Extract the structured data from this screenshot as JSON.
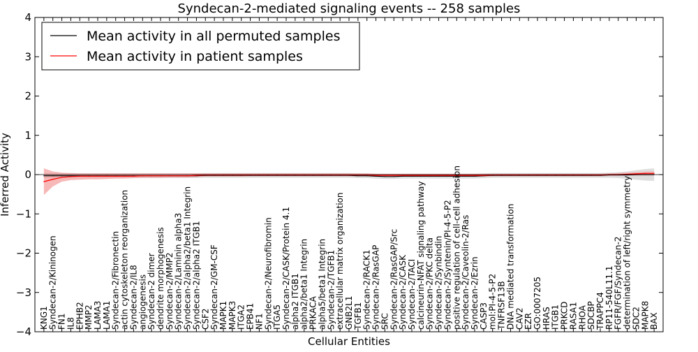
{
  "chart_data": {
    "type": "line",
    "title": "Syndecan-2-mediated signaling events -- 258 samples",
    "xlabel": "Cellular Entities",
    "ylabel": "Inferred Activity",
    "ylim": [
      -4,
      4
    ],
    "yticks": [
      -4,
      -3,
      -2,
      -1,
      0,
      1,
      2,
      3,
      4
    ],
    "grid": false,
    "legend_position": "top-left",
    "categories": [
      "KNG1",
      "Syndecan-2/Kininogen",
      "FN1",
      "IL8",
      "EPHB2",
      "MMP2",
      "LAMA3",
      "LAMA1",
      "Syndecan-2/Fibronectin",
      "actin cytoskeleton reorganization",
      "Syndecan-2/IL8",
      "angiogenesis",
      "Syndecan-2 dimer",
      "dendrite morphogenesis",
      "Syndecan-2/MMP2",
      "Syndecan-2/Laminin alpha3",
      "Syndecan-2/alpha2/beta1 Integrin",
      "Syndecan-2/alpha2 ITGB1",
      "CSF2",
      "Syndecan-2/GM-CSF",
      "MAPK1",
      "MAPK3",
      "ITGA2",
      "EPB41",
      "NF1",
      "Syndecan-2/Neurofibromin",
      "ITGA5",
      "Syndecan-2/CASK/Protein 4.1",
      "alpha2 ITGB1",
      "alpha2/beta1 Integrin",
      "PRKACA",
      "alpha5/beta1 Integrin",
      "Syndecan-2/TGFB1",
      "extracellular matrix organization",
      "GNB2L1",
      "TGFB1",
      "Syndecan-2/RACK1",
      "Syndecan-2/RasGAP",
      "SRC",
      "Syndecan-2/RasGAP/Src",
      "Syndecan-2/CASK",
      "Syndecan-2/TACI",
      "calcineurin-NFAT signaling pathway",
      "Syndecan-2/PKC delta",
      "Syndecan-2/Synbindin",
      "Syndecan-2/Syntenin/PI-4-5-P2",
      "positive regulation of cell-cell adhesion",
      "Syndecan-2/Caveolin-2/Ras",
      "Syndecan-2/Ezrin",
      "CASP3",
      "mol:PI-4-5-P2",
      "TNFRSF13B",
      "DNA mediated transformation",
      "CAV2",
      "EZR",
      "GO:0007205",
      "HRAS",
      "ITGB1",
      "PRKCD",
      "RASA1",
      "RHOA",
      "SDCBP",
      "TRAPPC4",
      "RP11-540L11.1",
      "FGFR/FGF/Syndecan-2",
      "determination of left/right symmetry",
      "SDC2",
      "MAPK8",
      "BAX"
    ],
    "series": [
      {
        "name": "Mean activity in all permuted samples",
        "color": "#000000",
        "band_color": "#c8c8c8",
        "values": [
          -0.03,
          -0.03,
          -0.03,
          -0.03,
          -0.03,
          -0.03,
          -0.03,
          -0.03,
          -0.03,
          -0.03,
          -0.03,
          -0.03,
          -0.03,
          -0.03,
          -0.03,
          -0.03,
          -0.03,
          -0.03,
          -0.02,
          -0.02,
          -0.02,
          -0.02,
          -0.02,
          -0.02,
          -0.02,
          -0.02,
          -0.02,
          -0.02,
          -0.02,
          -0.02,
          -0.02,
          -0.02,
          -0.02,
          -0.02,
          -0.02,
          -0.03,
          -0.03,
          -0.04,
          -0.05,
          -0.05,
          -0.04,
          -0.04,
          -0.04,
          -0.04,
          -0.04,
          -0.04,
          -0.04,
          -0.04,
          -0.04,
          -0.03,
          -0.02,
          -0.02,
          -0.02,
          -0.02,
          -0.02,
          -0.02,
          -0.02,
          -0.02,
          -0.02,
          -0.02,
          -0.02,
          -0.02,
          -0.02,
          -0.01,
          -0.01,
          -0.01,
          0.0,
          0.0,
          0.0
        ],
        "lower": [
          -0.09,
          -0.09,
          -0.09,
          -0.09,
          -0.09,
          -0.09,
          -0.09,
          -0.09,
          -0.09,
          -0.09,
          -0.09,
          -0.09,
          -0.09,
          -0.09,
          -0.09,
          -0.09,
          -0.09,
          -0.09,
          -0.08,
          -0.08,
          -0.08,
          -0.08,
          -0.08,
          -0.08,
          -0.08,
          -0.08,
          -0.08,
          -0.08,
          -0.08,
          -0.08,
          -0.08,
          -0.08,
          -0.08,
          -0.08,
          -0.08,
          -0.09,
          -0.09,
          -0.1,
          -0.11,
          -0.11,
          -0.1,
          -0.1,
          -0.1,
          -0.1,
          -0.1,
          -0.1,
          -0.1,
          -0.1,
          -0.1,
          -0.09,
          -0.08,
          -0.08,
          -0.08,
          -0.08,
          -0.08,
          -0.08,
          -0.08,
          -0.08,
          -0.08,
          -0.08,
          -0.08,
          -0.08,
          -0.08,
          -0.08,
          -0.09,
          -0.11,
          -0.13,
          -0.15,
          -0.16
        ],
        "upper": [
          0.03,
          0.03,
          0.03,
          0.03,
          0.03,
          0.03,
          0.03,
          0.03,
          0.03,
          0.03,
          0.03,
          0.03,
          0.03,
          0.03,
          0.03,
          0.03,
          0.03,
          0.03,
          0.04,
          0.04,
          0.04,
          0.04,
          0.04,
          0.04,
          0.04,
          0.04,
          0.04,
          0.04,
          0.04,
          0.04,
          0.04,
          0.04,
          0.04,
          0.04,
          0.04,
          0.03,
          0.03,
          0.02,
          0.01,
          0.01,
          0.02,
          0.02,
          0.02,
          0.02,
          0.02,
          0.02,
          0.02,
          0.02,
          0.02,
          0.03,
          0.04,
          0.04,
          0.04,
          0.04,
          0.04,
          0.04,
          0.04,
          0.04,
          0.04,
          0.04,
          0.04,
          0.04,
          0.04,
          0.05,
          0.06,
          0.08,
          0.11,
          0.14,
          0.16
        ]
      },
      {
        "name": "Mean activity in patient samples",
        "color": "#ff0000",
        "band_color": "#f4a0a0",
        "values": [
          -0.18,
          -0.12,
          -0.07,
          -0.05,
          -0.04,
          -0.04,
          -0.04,
          -0.04,
          -0.04,
          -0.04,
          -0.04,
          -0.03,
          -0.03,
          -0.03,
          -0.03,
          -0.03,
          -0.03,
          -0.02,
          -0.01,
          -0.01,
          -0.01,
          -0.01,
          -0.01,
          -0.01,
          -0.01,
          -0.01,
          -0.01,
          -0.01,
          -0.01,
          -0.01,
          -0.01,
          -0.01,
          -0.01,
          -0.01,
          -0.01,
          -0.01,
          -0.01,
          -0.02,
          -0.02,
          -0.02,
          -0.02,
          -0.02,
          -0.02,
          -0.02,
          -0.02,
          -0.02,
          -0.02,
          -0.02,
          -0.02,
          -0.02,
          -0.01,
          -0.01,
          -0.01,
          -0.01,
          -0.01,
          -0.01,
          -0.01,
          -0.01,
          -0.01,
          -0.01,
          -0.01,
          -0.01,
          -0.01,
          0.0,
          0.0,
          0.01,
          0.02,
          0.03,
          0.03
        ],
        "lower": [
          -0.52,
          -0.3,
          -0.18,
          -0.14,
          -0.13,
          -0.12,
          -0.12,
          -0.11,
          -0.1,
          -0.1,
          -0.09,
          -0.08,
          -0.08,
          -0.08,
          -0.07,
          -0.07,
          -0.07,
          -0.06,
          -0.05,
          -0.05,
          -0.05,
          -0.05,
          -0.05,
          -0.04,
          -0.04,
          -0.04,
          -0.04,
          -0.04,
          -0.04,
          -0.04,
          -0.04,
          -0.04,
          -0.04,
          -0.04,
          -0.04,
          -0.04,
          -0.04,
          -0.05,
          -0.05,
          -0.05,
          -0.05,
          -0.05,
          -0.05,
          -0.05,
          -0.05,
          -0.05,
          -0.05,
          -0.05,
          -0.05,
          -0.05,
          -0.04,
          -0.04,
          -0.04,
          -0.04,
          -0.04,
          -0.04,
          -0.04,
          -0.04,
          -0.04,
          -0.04,
          -0.04,
          -0.04,
          -0.04,
          -0.03,
          -0.03,
          -0.02,
          -0.02,
          -0.02,
          -0.02
        ],
        "upper": [
          0.16,
          0.08,
          0.05,
          0.04,
          0.03,
          0.03,
          0.03,
          0.03,
          0.03,
          0.03,
          0.03,
          0.03,
          0.03,
          0.03,
          0.03,
          0.03,
          0.03,
          0.03,
          0.03,
          0.03,
          0.03,
          0.03,
          0.03,
          0.03,
          0.03,
          0.03,
          0.03,
          0.03,
          0.03,
          0.03,
          0.03,
          0.03,
          0.03,
          0.03,
          0.03,
          0.03,
          0.03,
          0.02,
          0.02,
          0.02,
          0.02,
          0.02,
          0.02,
          0.02,
          0.02,
          0.02,
          0.02,
          0.02,
          0.02,
          0.02,
          0.02,
          0.02,
          0.02,
          0.02,
          0.02,
          0.02,
          0.02,
          0.02,
          0.02,
          0.02,
          0.02,
          0.02,
          0.02,
          0.03,
          0.04,
          0.05,
          0.06,
          0.07,
          0.08
        ]
      }
    ]
  }
}
